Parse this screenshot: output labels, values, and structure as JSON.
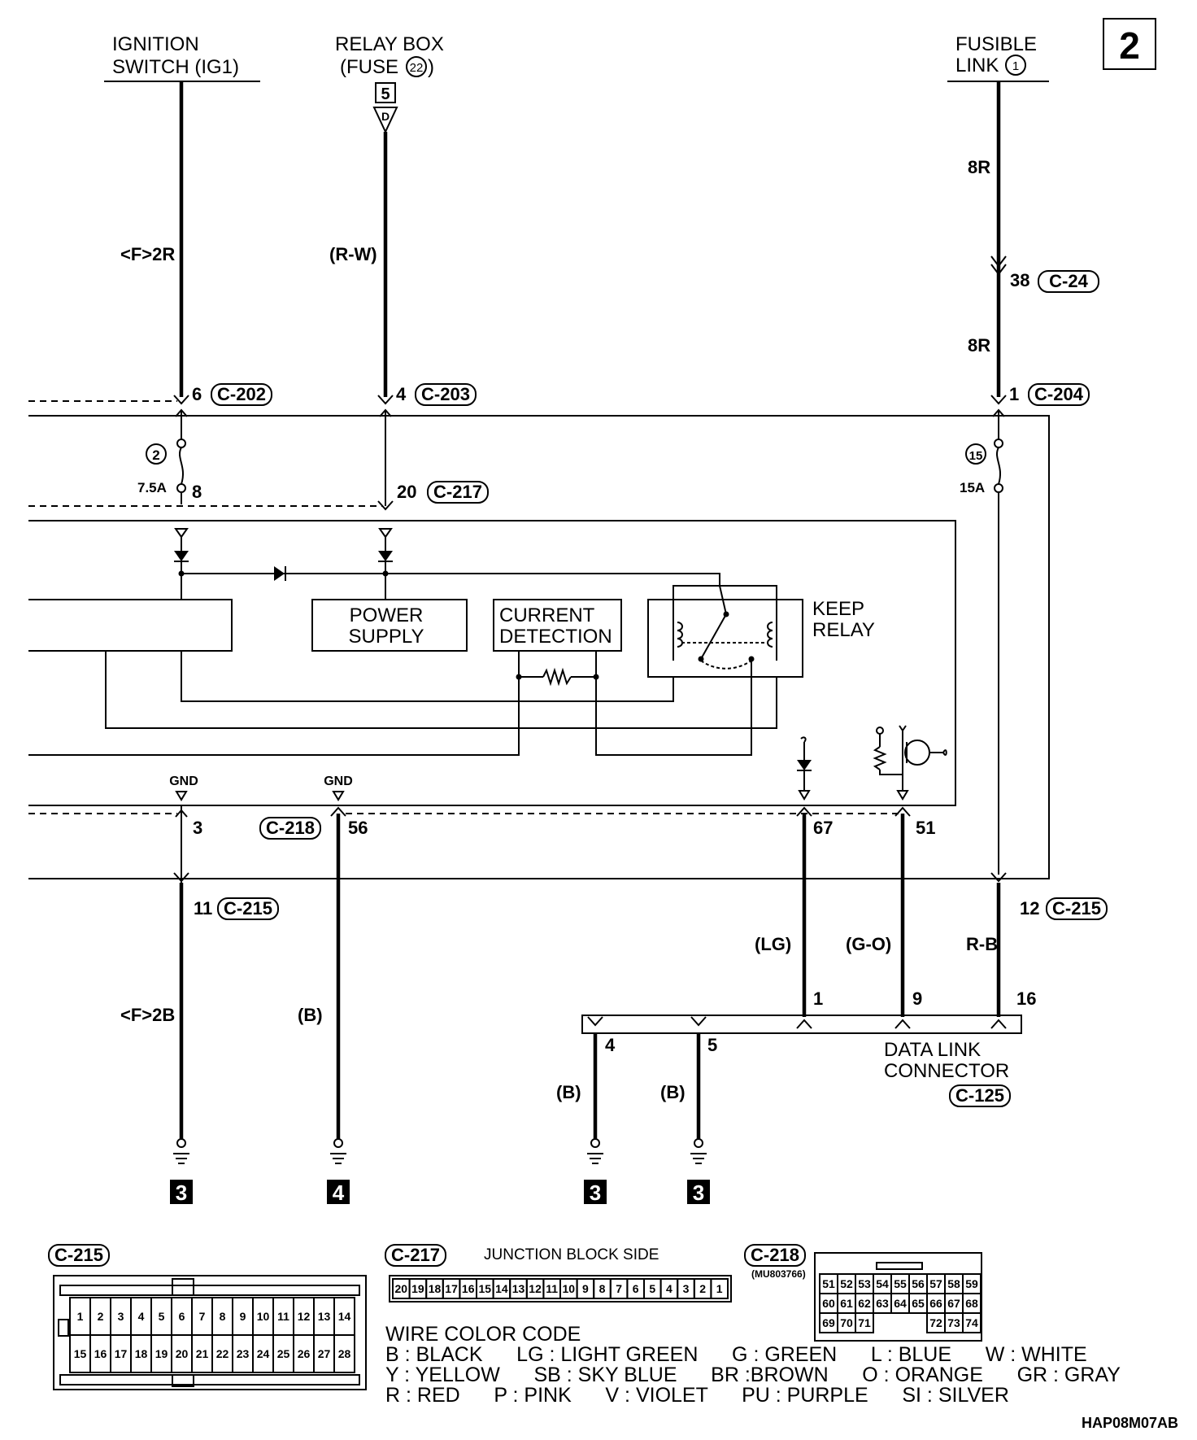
{
  "page_number": "2",
  "figure_code": "HAP08M07AB",
  "sources": {
    "ignition": {
      "line1": "IGNITION",
      "line2": "SWITCH (IG1)"
    },
    "relay_box": {
      "line1": "RELAY BOX",
      "line2": "(FUSE ",
      "fuse": "22",
      "line2_end": ")",
      "box": "5",
      "triangle": "D"
    },
    "fusible": {
      "line1": "FUSIBLE",
      "line2": "LINK ",
      "num": "1"
    }
  },
  "wires": {
    "w_f2r": "<F>2R",
    "w_rw": "(R-W)",
    "w_8r_a": "8R",
    "w_8r_b": "8R",
    "w_lg": "(LG)",
    "w_go": "(G-O)",
    "w_rb": "R-B",
    "w_f2b": "<F>2B",
    "w_b1": "(B)",
    "w_b2": "(B)",
    "w_b3": "(B)"
  },
  "connectors": {
    "c24": "C-24",
    "c202": "C-202",
    "c203": "C-203",
    "c204": "C-204",
    "c217": "C-217",
    "c218": "C-218",
    "c215a": "C-215",
    "c215b": "C-215",
    "c125": "C-125"
  },
  "pins": {
    "p38": "38",
    "p6": "6",
    "p4": "4",
    "p1": "1",
    "p8": "8",
    "p20": "20",
    "p3": "3",
    "p56": "56",
    "p67": "67",
    "p51": "51",
    "p11": "11",
    "p12": "12",
    "dlc1": "1",
    "dlc9": "9",
    "dlc16": "16",
    "dlc4": "4",
    "dlc5": "5"
  },
  "fuses": {
    "f2": "2",
    "f2_rating": "7.5A",
    "f15": "15",
    "f15_rating": "15A"
  },
  "blocks": {
    "power_supply": {
      "l1": "POWER",
      "l2": "SUPPLY"
    },
    "current_detection": {
      "l1": "CURRENT",
      "l2": "DETECTION"
    },
    "keep_relay": {
      "l1": "KEEP",
      "l2": "RELAY"
    }
  },
  "gnd_labels": {
    "g1": "GND",
    "g2": "GND"
  },
  "ground_refs": {
    "g_a": "3",
    "g_b": "4",
    "g_c": "3",
    "g_d": "3"
  },
  "dlc": {
    "l1": "DATA LINK",
    "l2": "CONNECTOR"
  },
  "connector_views": {
    "c215_label": "C-215",
    "c215_row1": [
      "1",
      "2",
      "3",
      "4",
      "5",
      "6",
      "7",
      "8",
      "9",
      "10",
      "11",
      "12",
      "13",
      "14"
    ],
    "c215_row2": [
      "15",
      "16",
      "17",
      "18",
      "19",
      "20",
      "21",
      "22",
      "23",
      "24",
      "25",
      "26",
      "27",
      "28"
    ],
    "c217_label": "C-217",
    "c217_caption": "JUNCTION BLOCK SIDE",
    "c217_row": [
      "20",
      "19",
      "18",
      "17",
      "16",
      "15",
      "14",
      "13",
      "12",
      "11",
      "10",
      "9",
      "8",
      "7",
      "6",
      "5",
      "4",
      "3",
      "2",
      "1"
    ],
    "c218_label": "C-218",
    "c218_part": "(MU803766)",
    "c218_row1": [
      "51",
      "52",
      "53",
      "54",
      "55",
      "56",
      "57",
      "58",
      "59"
    ],
    "c218_row2": [
      "60",
      "61",
      "62",
      "63",
      "64",
      "65",
      "66",
      "67",
      "68"
    ],
    "c218_row3": [
      "69",
      "70",
      "71",
      "",
      "",
      "",
      "72",
      "73",
      "74"
    ]
  },
  "wire_color_code": {
    "title": "WIRE COLOR CODE",
    "row1": "B : BLACK      LG : LIGHT GREEN      G : GREEN      L : BLUE      W : WHITE",
    "row2": "Y : YELLOW      SB : SKY BLUE      BR :BROWN      O : ORANGE      GR : GRAY",
    "row3": "R : RED      P : PINK      V : VIOLET      PU : PURPLE      SI : SILVER"
  }
}
